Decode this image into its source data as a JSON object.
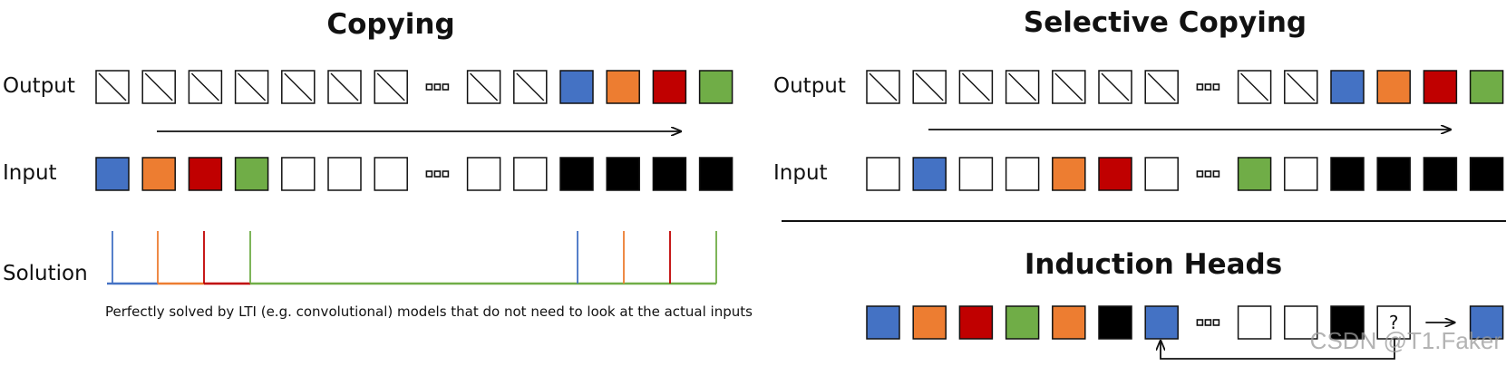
{
  "colors": {
    "blue": "#4472C4",
    "orange": "#ED7D31",
    "red": "#C00000",
    "green": "#70AD47",
    "black": "#000000",
    "white": "#FFFFFF",
    "stroke": "#111111"
  },
  "copying": {
    "title": "Copying",
    "output_label": "Output",
    "input_label": "Input",
    "solution_label": "Solution",
    "caption": "Perfectly solved by LTI (e.g. convolutional) models that do not need to look at the actual inputs",
    "output_cells": [
      "slash",
      "slash",
      "slash",
      "slash",
      "slash",
      "slash",
      "slash",
      "dots",
      "slash",
      "slash",
      "blue",
      "orange",
      "red",
      "green"
    ],
    "input_cells": [
      "blue",
      "orange",
      "red",
      "green",
      "white",
      "white",
      "white",
      "dots",
      "white",
      "white",
      "black",
      "black",
      "black",
      "black"
    ],
    "solution_spikes": [
      "blue",
      "orange",
      "red",
      "green",
      "blue",
      "orange",
      "red",
      "green"
    ]
  },
  "selective_copying": {
    "title": "Selective Copying",
    "output_label": "Output",
    "input_label": "Input",
    "output_cells": [
      "slash",
      "slash",
      "slash",
      "slash",
      "slash",
      "slash",
      "slash",
      "dots",
      "slash",
      "slash",
      "blue",
      "orange",
      "red",
      "green"
    ],
    "input_cells": [
      "white",
      "blue",
      "white",
      "white",
      "orange",
      "red",
      "white",
      "dots",
      "green",
      "white",
      "black",
      "black",
      "black",
      "black"
    ]
  },
  "induction_heads": {
    "title": "Induction Heads",
    "cells": [
      "blue",
      "orange",
      "red",
      "green",
      "orange",
      "black",
      "blue",
      "dots",
      "white",
      "white",
      "black",
      "question",
      "arrow",
      "blue"
    ],
    "query_symbol": "?"
  },
  "watermark": "CSDN @T1.Faker"
}
